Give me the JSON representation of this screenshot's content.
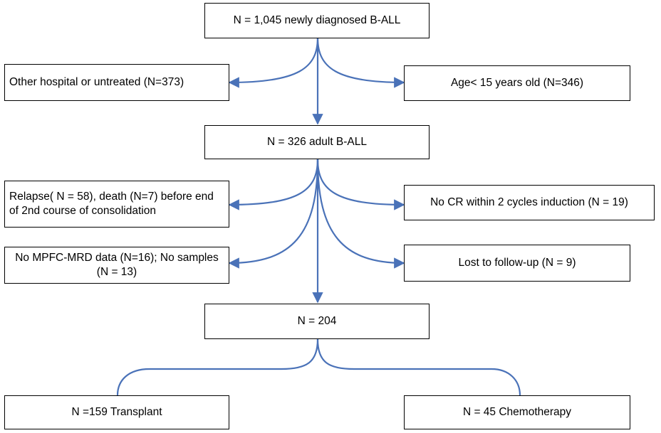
{
  "boxes": {
    "b1": "N = 1,045 newly diagnosed B-ALL",
    "b2": "Other hospital or untreated (N=373)",
    "b3": "Age< 15 years old (N=346)",
    "b4": "N = 326 adult B-ALL",
    "b5": "Relapse( N = 58), death (N=7) before end of 2nd course of  consolidation",
    "b6": "No CR within 2 cycles induction (N = 19)",
    "b7": "No MPFC-MRD data (N=16); No samples (N = 13)",
    "b8": "Lost to follow-up (N = 9)",
    "b9": "N = 204",
    "b10": "N =159 Transplant",
    "b11": "N = 45 Chemotherapy"
  },
  "colors": {
    "connector": "#4a72b8",
    "border": "#000000"
  }
}
